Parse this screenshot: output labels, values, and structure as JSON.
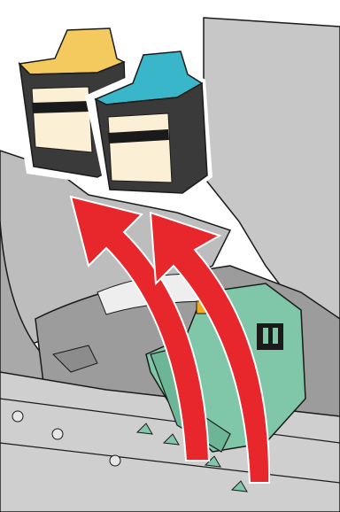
{
  "illustration": {
    "subject": "printer-cartridge-removal",
    "colors": {
      "printer_body": "#b9b9b9",
      "printer_body_light": "#cfcfcf",
      "printer_shadow": "#8c8c8c",
      "outline": "#1a1a1a",
      "black_cartridge_cap": "#f4c95d",
      "color_cartridge_cap": "#39b6c9",
      "carrier_green": "#7fc7a8",
      "label_cream": "#fbf0d6",
      "arrow_red": "#e8272c"
    },
    "cartridges": [
      {
        "name": "black-cartridge",
        "cap_color": "#f4c95d"
      },
      {
        "name": "color-cartridge",
        "cap_color": "#39b6c9"
      }
    ],
    "arrows": [
      {
        "name": "remove-arrow-left",
        "direction": "up"
      },
      {
        "name": "remove-arrow-right",
        "direction": "up"
      }
    ]
  }
}
